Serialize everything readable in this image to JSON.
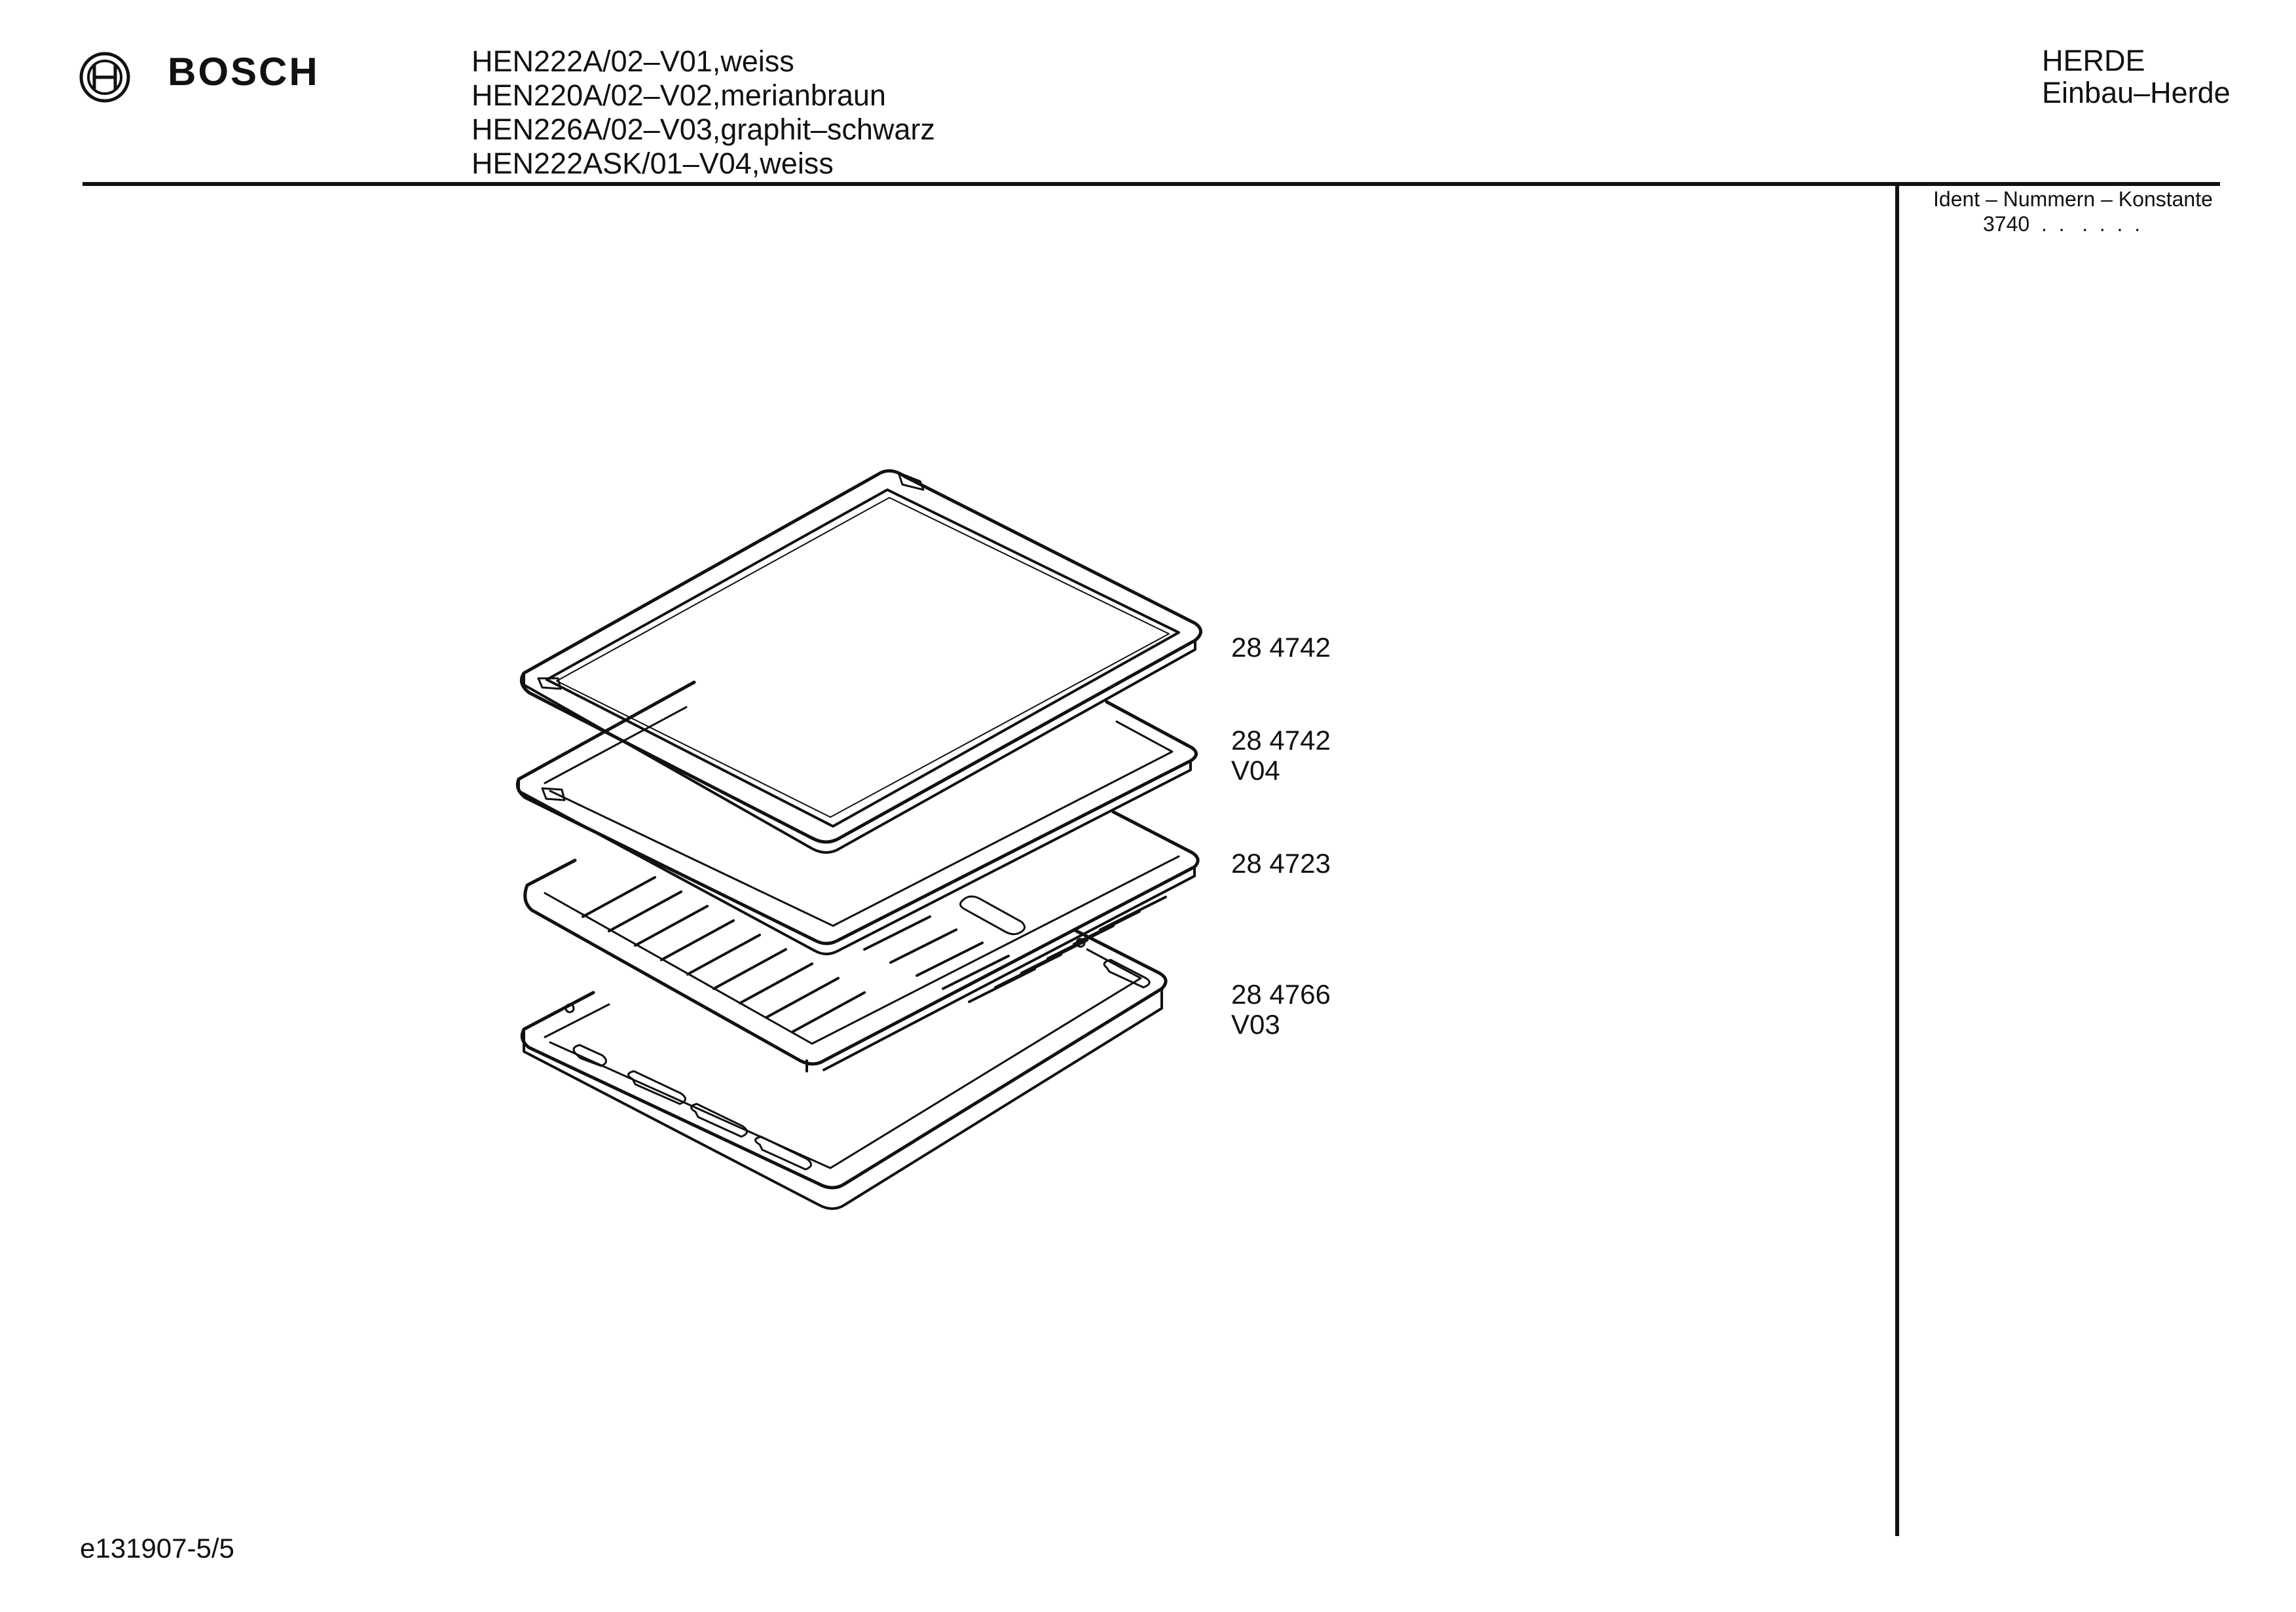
{
  "header": {
    "brand": "BOSCH",
    "models": [
      "HEN222A/02–V01,weiss",
      "HEN220A/02–V02,merianbraun",
      "HEN226A/02–V03,graphit–schwarz",
      "HEN222ASK/01–V04,weiss"
    ],
    "category": "HERDE",
    "subcategory": "Einbau–Herde"
  },
  "ident": {
    "label": "Ident – Nummern – Konstante",
    "value": "3740  .  .   .  .  .  ."
  },
  "parts": [
    {
      "number": "28 4742",
      "variant": ""
    },
    {
      "number": "28 4742",
      "variant": "V04"
    },
    {
      "number": "28 4723",
      "variant": ""
    },
    {
      "number": "28 4766",
      "variant": "V03"
    }
  ],
  "footer": {
    "doc_id": "e131907-5/5"
  },
  "icons": {
    "logo": "bosch-armature-icon"
  }
}
